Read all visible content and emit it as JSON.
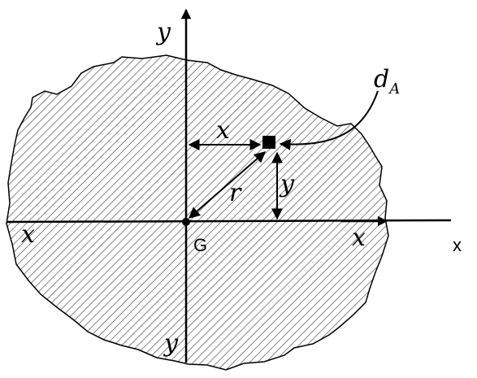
{
  "labels": {
    "y_top": "y",
    "y_bottom": "y",
    "x_left": "x",
    "x_right": "x",
    "x_axis_name": "x",
    "centroid": "G",
    "x_distance": "x",
    "y_distance": "y",
    "radius": "r",
    "area_element_main": "d",
    "area_element_sub": "A"
  },
  "colors": {
    "ink": "#000000",
    "hatch": "#444444",
    "background": "#ffffff"
  }
}
